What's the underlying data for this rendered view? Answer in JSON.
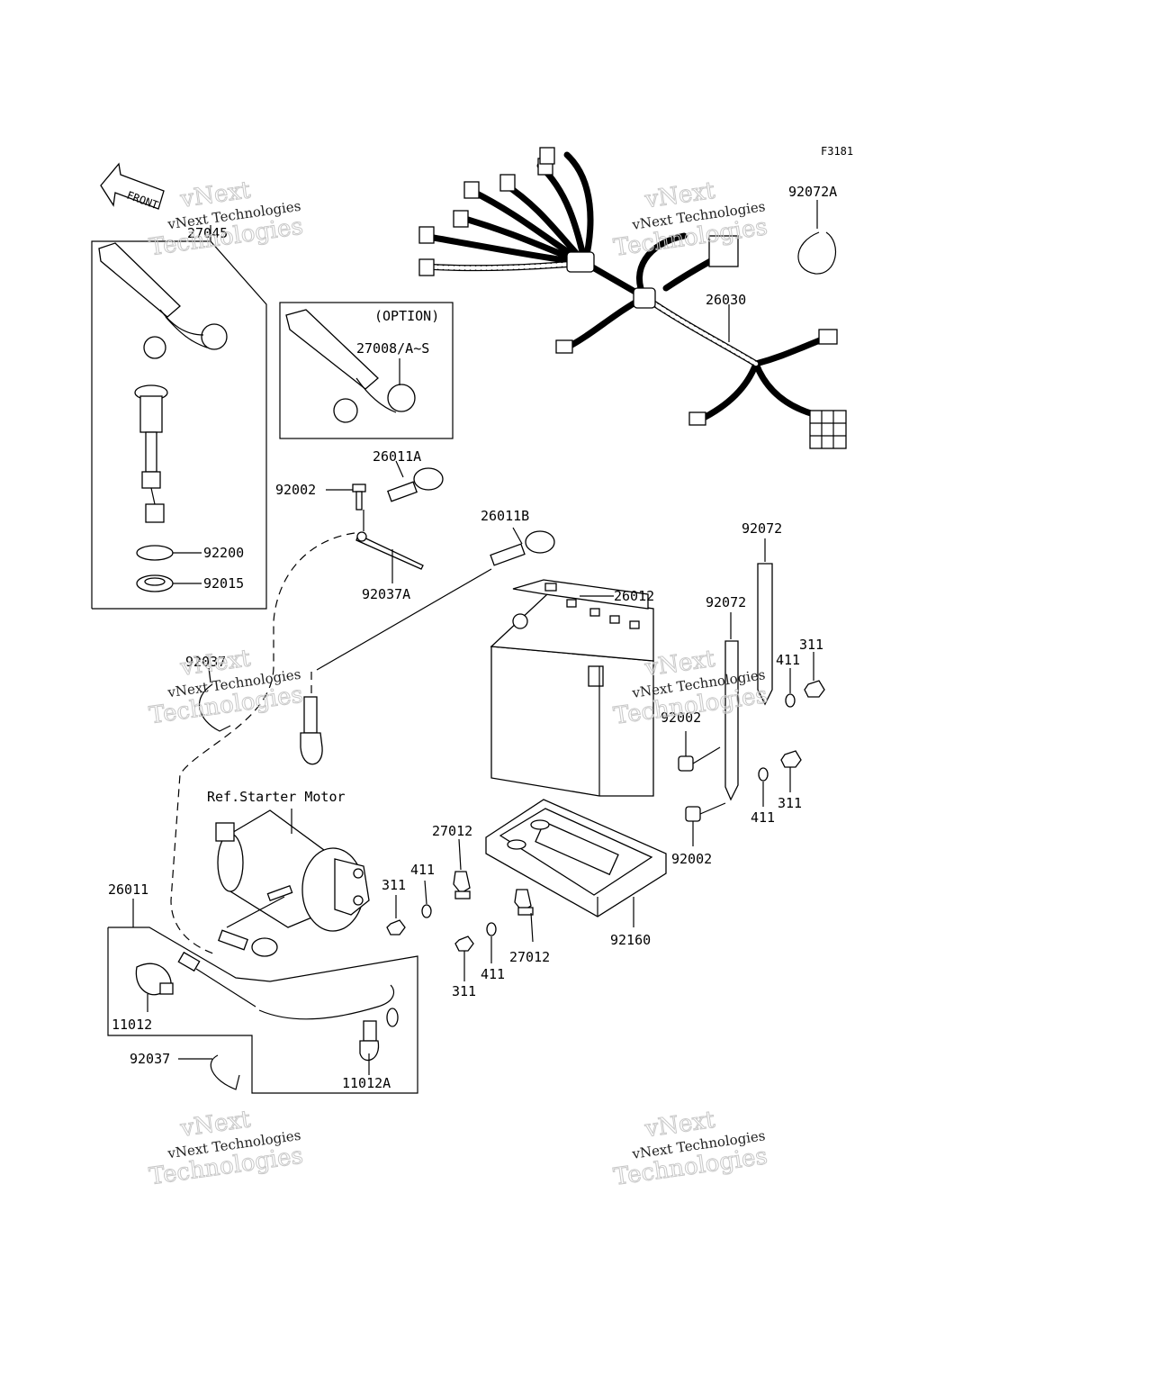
{
  "figure_code": "F3181",
  "front_indicator": "FRONT",
  "option_label": "(OPTION)",
  "ref_label": "Ref.Starter Motor",
  "watermark": {
    "line1": "vNext Technologies",
    "line2": "vNext",
    "line3": "Technologies"
  },
  "parts": {
    "p27045": "27045",
    "p27008": "27008/A~S",
    "p92200": "92200",
    "p92015": "92015",
    "p92002_top": "92002",
    "p26011A": "26011A",
    "p26011B": "26011B",
    "p92037A": "92037A",
    "p92037_mid": "92037",
    "p26030": "26030",
    "p92072A": "92072A",
    "p26012": "26012",
    "p92072_a": "92072",
    "p92072_b": "92072",
    "p411_a": "411",
    "p311_a": "311",
    "p92002_mid": "92002",
    "p92002_low": "92002",
    "p411_b": "411",
    "p311_b": "311",
    "p27012_a": "27012",
    "p27012_b": "27012",
    "p411_c": "411",
    "p311_c": "311",
    "p411_d": "411",
    "p311_d": "311",
    "p92160": "92160",
    "p26011": "26011",
    "p11012": "11012",
    "p92037_low": "92037",
    "p11012A": "11012A"
  }
}
